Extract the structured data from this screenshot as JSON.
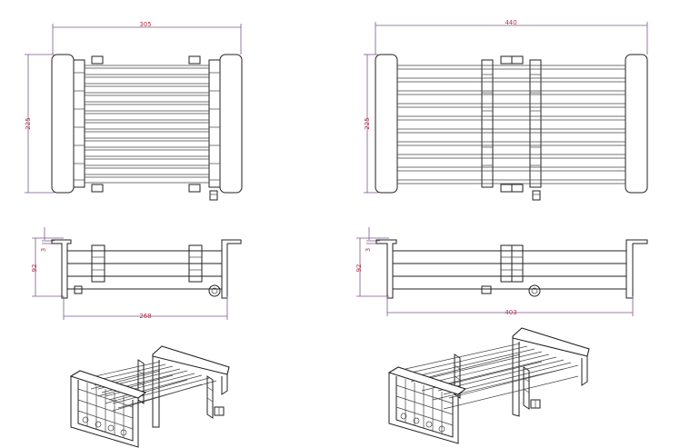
{
  "dimensions": {
    "top_left_width": "305",
    "top_left_height": "225",
    "top_right_width": "440",
    "top_right_height": "225",
    "side_left_height": "92",
    "side_left_lip": "3",
    "side_left_width": "268",
    "side_right_height": "92",
    "side_right_lip": "3",
    "side_right_width": "403"
  },
  "colors": {
    "line": "#222222",
    "dimension_line": "#7a5a8a",
    "dimension_text": "#b4324a"
  }
}
